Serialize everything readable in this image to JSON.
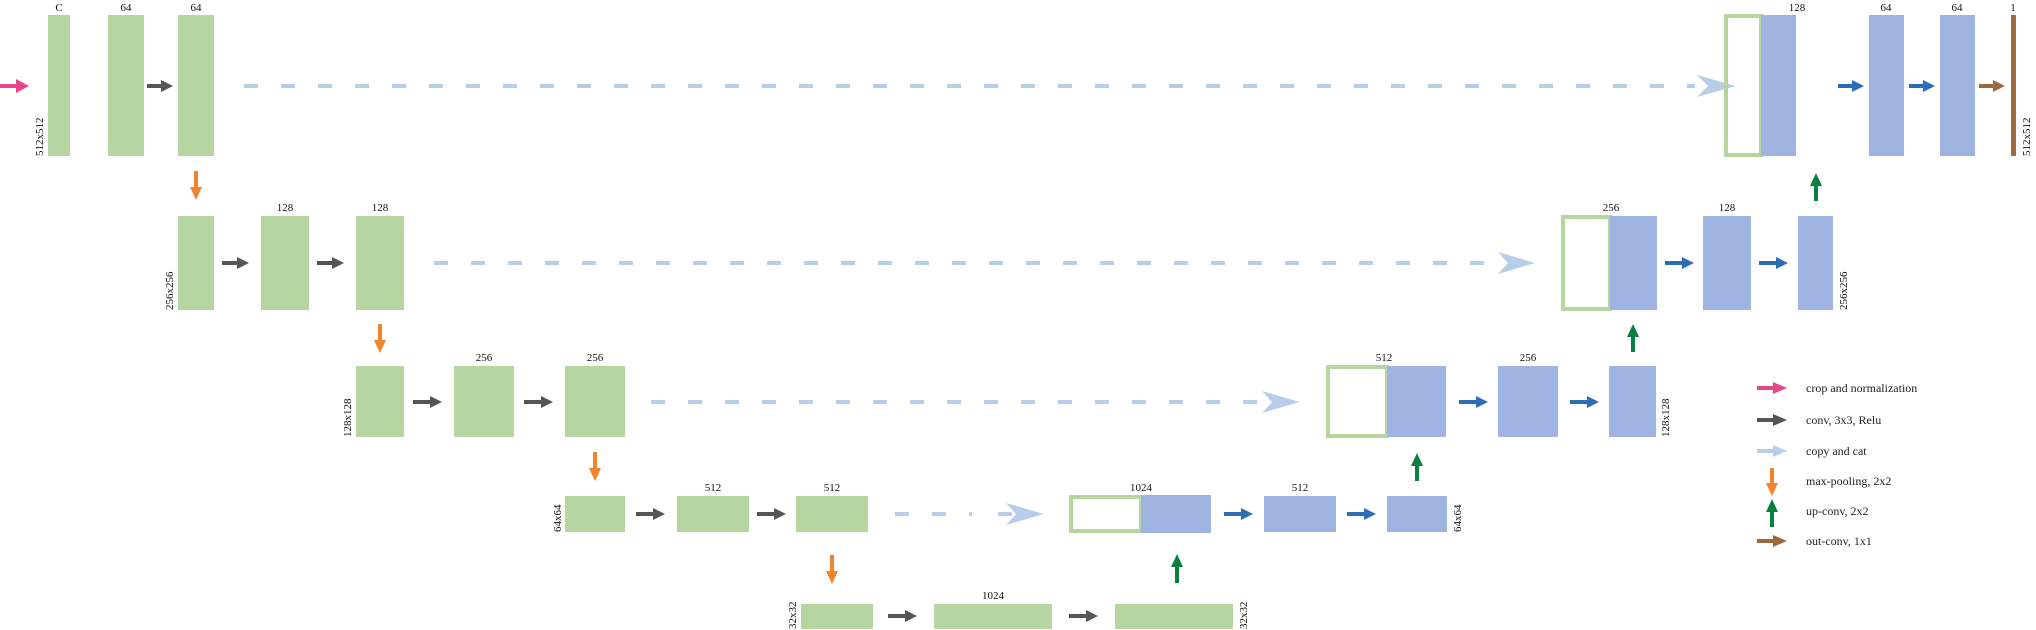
{
  "diagram": {
    "colors": {
      "encoder": "#b5d6a0",
      "decoder": "#9fb4e0",
      "output": "#9c6a3f",
      "crop": "#e8468a",
      "conv": "#555555",
      "copy": "#b8cdea",
      "pool": "#f0852d",
      "upconv": "#0a8040",
      "decoder_conv": "#2c6db5"
    },
    "channel_labels": {
      "c": "C",
      "l1_enc_a": "64",
      "l1_enc_b": "64",
      "l2_enc_a": "128",
      "l2_enc_b": "128",
      "l3_enc_a": "256",
      "l3_enc_b": "256",
      "l4_enc_a": "512",
      "l4_enc_b": "512",
      "bottleneck": "1024",
      "l4_dec_cat": "1024",
      "l4_dec_a": "512",
      "l3_dec_cat": "512",
      "l3_dec_a": "256",
      "l2_dec_cat": "256",
      "l2_dec_a": "128",
      "l1_dec_cat": "128",
      "l1_dec_a": "64",
      "l1_dec_b": "64",
      "out": "1"
    },
    "size_labels": {
      "l1_in": "512x512",
      "l2_in": "256x256",
      "l3_in": "128x128",
      "l4_in": "64x64",
      "l5_in": "32x32",
      "l5_out": "32x32",
      "l4_out": "64x64",
      "l3_out": "128x128",
      "l2_out": "256x256",
      "l1_out": "512x512"
    }
  },
  "legend": {
    "items": [
      {
        "label": "crop and normalization",
        "icon": "crop-arrow"
      },
      {
        "label": "conv, 3x3, Relu",
        "icon": "conv-arrow"
      },
      {
        "label": "copy and cat",
        "icon": "copy-arrow"
      },
      {
        "label": "max-pooling, 2x2",
        "icon": "pool-arrow"
      },
      {
        "label": "up-conv, 2x2",
        "icon": "upconv-arrow"
      },
      {
        "label": "out-conv, 1x1",
        "icon": "outconv-arrow"
      }
    ]
  }
}
